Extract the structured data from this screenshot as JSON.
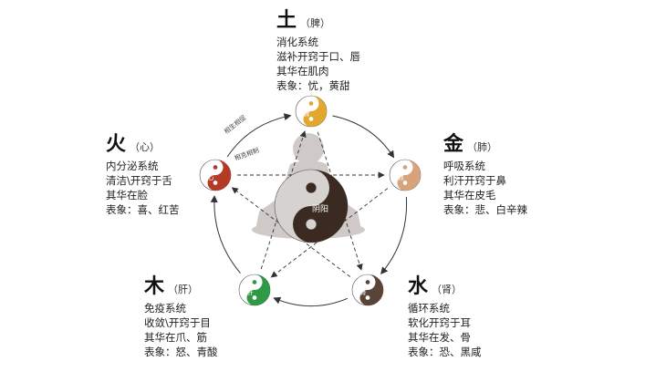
{
  "elements": {
    "earth": {
      "char": "土",
      "organ": "（脾）",
      "lines": [
        "消化系统",
        "滋补开窍于口、唇",
        "其华在肌肉",
        "表象：忧，黄甜"
      ],
      "color": "#e2a72e",
      "label": "脾"
    },
    "metal": {
      "char": "金",
      "organ": "（肺）",
      "lines": [
        "呼吸系统",
        "利汗开窍于鼻",
        "其华在皮毛",
        "表象：悲、白辛辣"
      ],
      "color": "#d8a27a",
      "label": "肺"
    },
    "water": {
      "char": "水",
      "organ": "（肾）",
      "lines": [
        "循环系统",
        "软化开窍于耳",
        "其华在发、骨",
        "表象：恐、黑咸"
      ],
      "color": "#5a4438",
      "label": "肾"
    },
    "wood": {
      "char": "木",
      "organ": "（肝）",
      "lines": [
        "免疫系统",
        "收敛\\开窍于目",
        "其华在爪、筋",
        "表象：怒、青酸"
      ],
      "color": "#2f9a45",
      "label": "肝"
    },
    "fire": {
      "char": "火",
      "organ": "（心）",
      "lines": [
        "内分泌系统",
        "清洁\\开窍于舌",
        "其华在脸",
        "表象：喜、红苦"
      ],
      "color": "#b43a26",
      "label": "心"
    }
  },
  "center": {
    "label": "阴阳",
    "dark": "#3a2a22",
    "light": "#d6d2cf"
  },
  "arrows": {
    "generate_label": "相生相促",
    "restrain_label": "相克相制"
  },
  "colors": {
    "line": "#333333",
    "body": "#c9c5c3"
  }
}
